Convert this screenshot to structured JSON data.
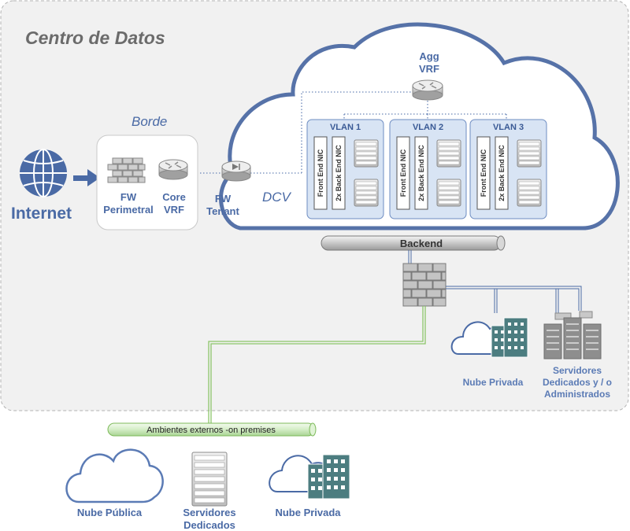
{
  "title": "Centro de Datos",
  "internet": {
    "label": "Internet"
  },
  "borde": {
    "label": "Borde",
    "fw_perimetral": "FW\nPerimetral",
    "core_vrf": "Core\nVRF"
  },
  "fw_tenant": {
    "label": "FW\nTenant"
  },
  "dcv": {
    "label": "DCV"
  },
  "agg_vrf": {
    "label": "Agg\nVRF"
  },
  "vlans": [
    {
      "label": "VLAN 1",
      "front": "Front End NIC",
      "back": "2x Back End NIC"
    },
    {
      "label": "VLAN 2",
      "front": "Front End NIC",
      "back": "2x Back End NIC"
    },
    {
      "label": "VLAN 3",
      "front": "Front End NIC",
      "back": "2x Back End NIC"
    }
  ],
  "backend": {
    "label": "Backend"
  },
  "dc_resources": {
    "nube_privada": "Nube Privada",
    "servidores": "Servidores\nDedicados y / o\nAdministrados"
  },
  "externos": {
    "label": "Ambientes externos -on premises"
  },
  "external_resources": {
    "nube_publica": "Nube Pública",
    "servidores": "Servidores\nDedicados",
    "nube_privada": "Nube Privada"
  },
  "colors": {
    "blue": "#4a6aa5",
    "cloud_stroke": "#5672a8",
    "green": "#8cc56a",
    "gray": "#8e8e8e",
    "teal": "#4c7d80"
  }
}
